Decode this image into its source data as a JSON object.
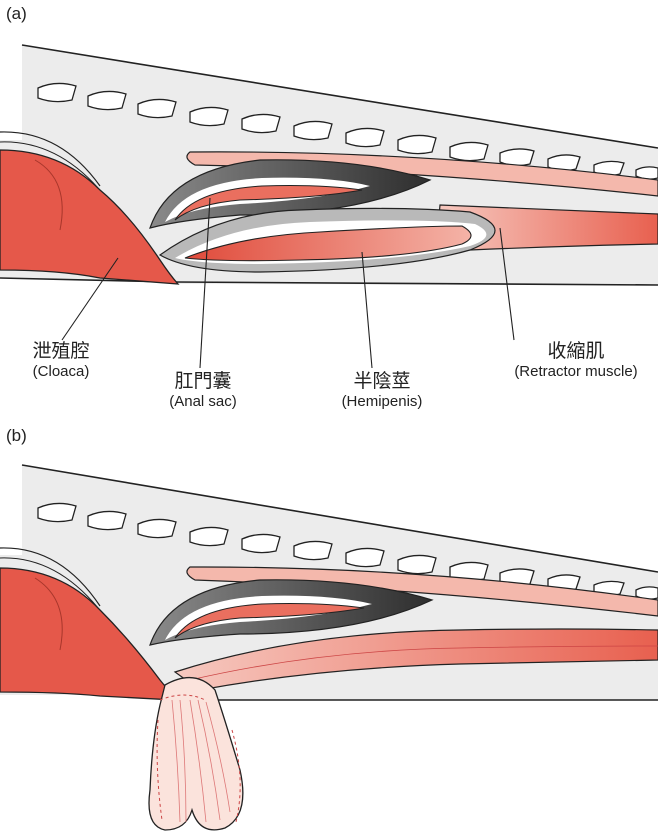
{
  "panels": [
    {
      "letter": "(a)"
    },
    {
      "letter": "(b)"
    }
  ],
  "labels": {
    "cloaca": {
      "zh": "泄殖腔",
      "en": "(Cloaca)"
    },
    "anal_sac": {
      "zh": "肛門囊",
      "en": "(Anal sac)"
    },
    "hemipenis": {
      "zh": "半陰莖",
      "en": "(Hemipenis)"
    },
    "retractor": {
      "zh": "收縮肌",
      "en": "(Retractor muscle)"
    }
  },
  "colors": {
    "body_fill": "#ececec",
    "outline": "#222222",
    "tissue_red": "#e8604f",
    "tissue_pink": "#f2a79a",
    "sac_dark": "#555555",
    "sac_gray": "#9a9a9a"
  }
}
